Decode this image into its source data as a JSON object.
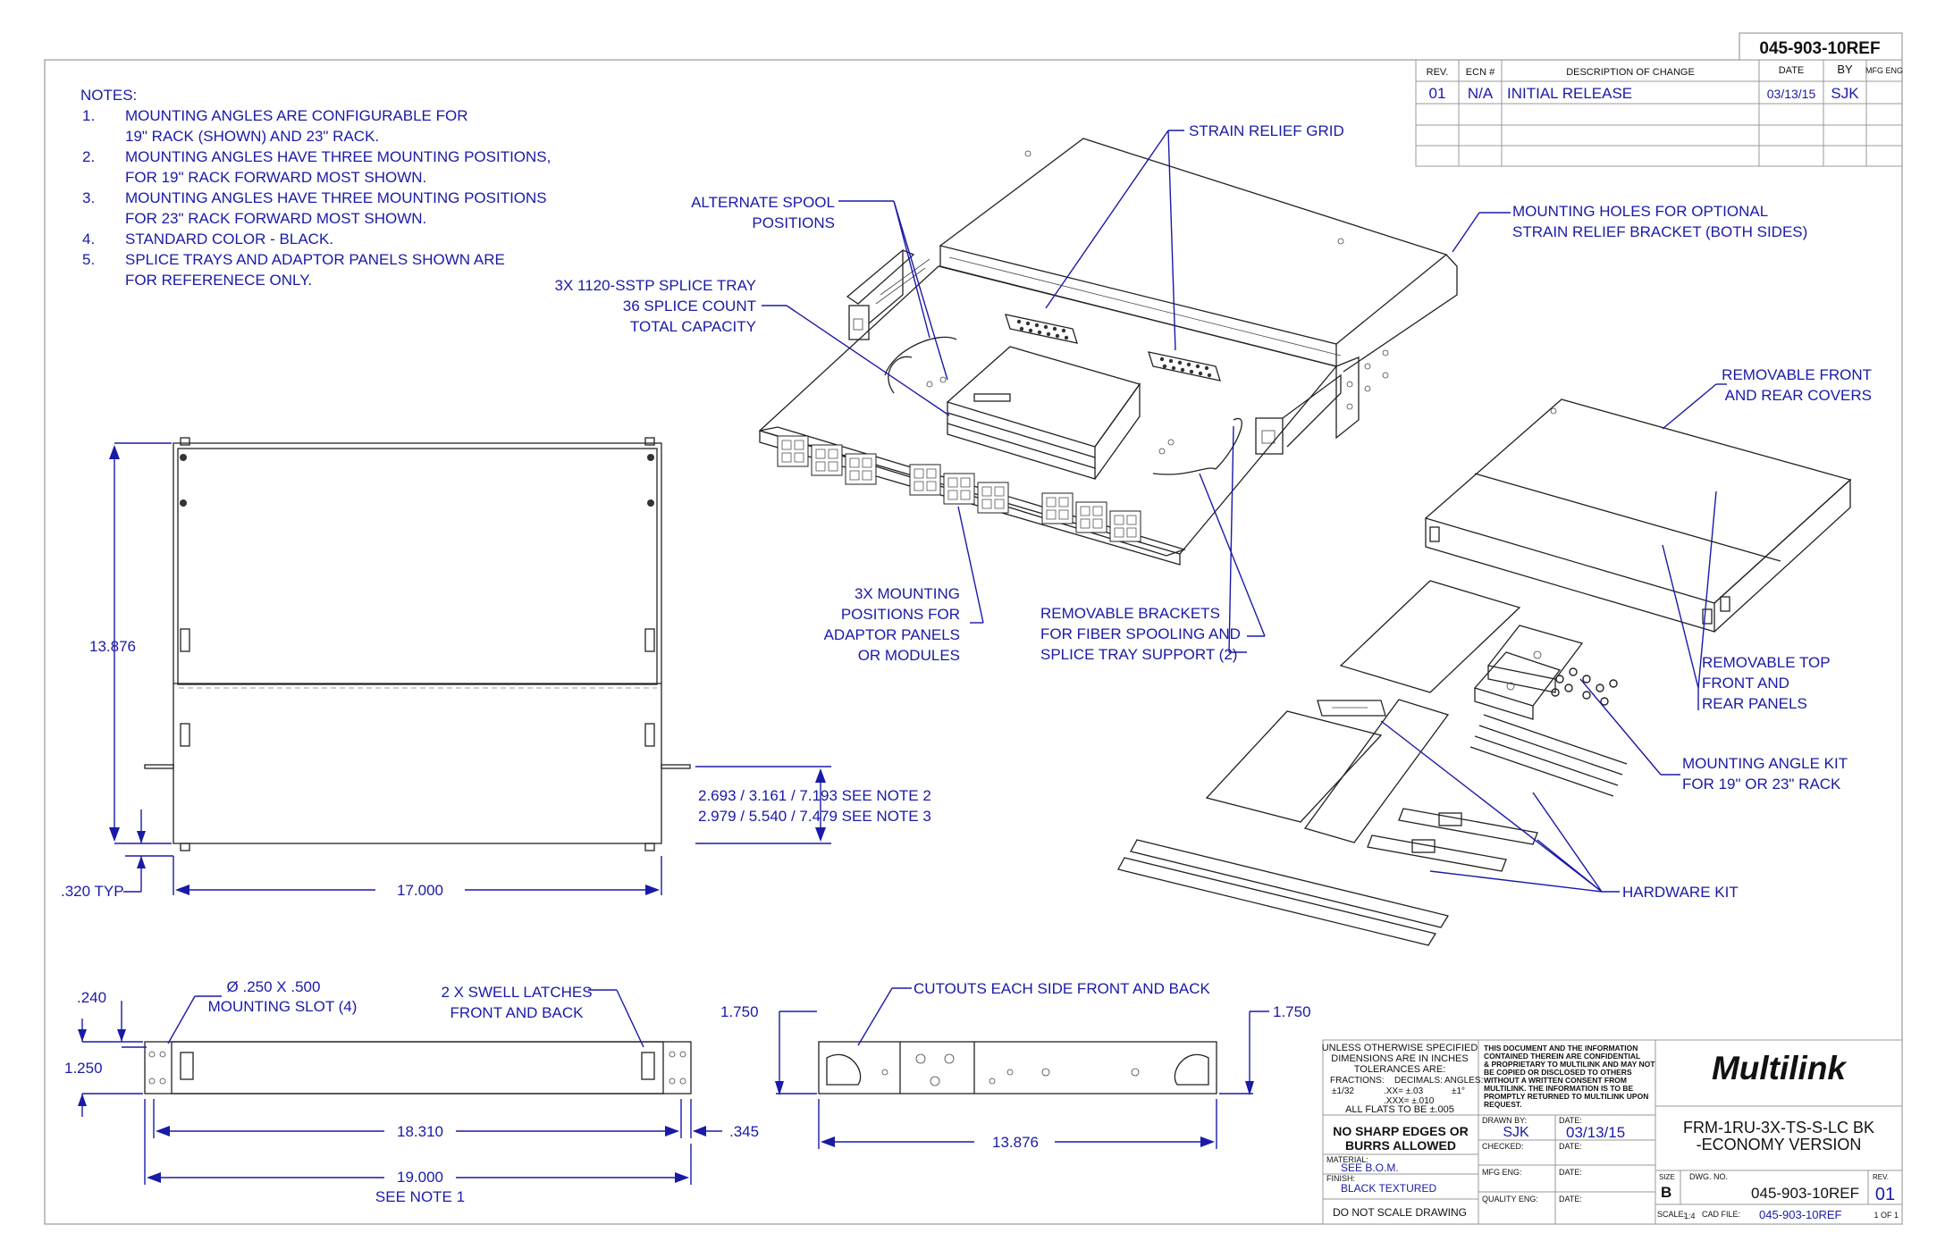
{
  "drawing_number_box": "045-903-10REF",
  "revision_table": {
    "headers": {
      "rev": "REV.",
      "ecn": "ECN #",
      "description": "DESCRIPTION OF CHANGE",
      "date": "DATE",
      "by": "BY",
      "mfg_eng": "MFG ENG"
    },
    "rows": [
      {
        "rev": "01",
        "ecn": "N/A",
        "description": "INITIAL RELEASE",
        "date": "03/13/15",
        "by": "SJK"
      }
    ]
  },
  "notes": {
    "heading": "NOTES:",
    "items": [
      {
        "num": "1.",
        "lines": [
          "MOUNTING ANGLES ARE CONFIGURABLE FOR",
          "19\" RACK (SHOWN) AND 23\" RACK."
        ]
      },
      {
        "num": "2.",
        "lines": [
          "MOUNTING ANGLES HAVE THREE MOUNTING POSITIONS,",
          "FOR 19\" RACK FORWARD MOST SHOWN."
        ]
      },
      {
        "num": "3.",
        "lines": [
          "MOUNTING ANGLES HAVE THREE MOUNTING POSITIONS",
          "FOR 23\" RACK FORWARD MOST SHOWN."
        ]
      },
      {
        "num": "4.",
        "lines": [
          "STANDARD COLOR - BLACK."
        ]
      },
      {
        "num": "5.",
        "lines": [
          "SPLICE TRAYS AND ADAPTOR PANELS SHOWN ARE",
          "FOR REFERENECE ONLY."
        ]
      }
    ]
  },
  "callouts": {
    "strain_relief_grid": "STRAIN RELIEF GRID",
    "alternate_spool": [
      "ALTERNATE SPOOL",
      "POSITIONS"
    ],
    "splice_tray": [
      "3X 1120-SSTP SPLICE TRAY",
      "36 SPLICE COUNT",
      "TOTAL CAPACITY"
    ],
    "mounting_holes": [
      "MOUNTING HOLES FOR OPTIONAL",
      "STRAIN RELIEF BRACKET (BOTH SIDES)"
    ],
    "removable_covers": [
      "REMOVABLE FRONT",
      "AND REAR COVERS"
    ],
    "mounting_positions": [
      "3X MOUNTING",
      "POSITIONS FOR",
      "ADAPTOR PANELS",
      "OR MODULES"
    ],
    "removable_brackets": [
      "REMOVABLE BRACKETS",
      "FOR FIBER SPOOLING AND",
      "SPLICE TRAY SUPPORT (2)"
    ],
    "removable_top": [
      "REMOVABLE TOP",
      "FRONT AND",
      "REAR PANELS"
    ],
    "mounting_angle_kit": [
      "MOUNTING ANGLE KIT",
      "FOR 19\" OR 23\" RACK"
    ],
    "hardware_kit": "HARDWARE KIT",
    "mounting_slot": [
      "Ø .250 X .500",
      "MOUNTING SLOT (4)"
    ],
    "swell_latches": [
      "2 X SWELL LATCHES",
      "FRONT AND BACK"
    ],
    "cutouts": "CUTOUTS EACH SIDE FRONT AND BACK"
  },
  "dimensions": {
    "depth": "13.876",
    "width": "17.000",
    "typ": ".320 TYP",
    "positions_19": "2.693 / 3.161 / 7.193 SEE NOTE 2",
    "positions_23": "2.979 / 5.540 / 7.479 SEE NOTE 3",
    "d240": ".240",
    "d1250": "1.250",
    "d18310": "18.310",
    "d345": ".345",
    "d19000": "19.000",
    "see_note_1": "SEE NOTE 1",
    "h1750_left": "1.750",
    "h1750_right": "1.750",
    "side_13876": "13.876"
  },
  "title_block": {
    "tolerance_lines": [
      "UNLESS OTHERWISE SPECIFIED",
      "DIMENSIONS ARE IN INCHES",
      "TOLERANCES ARE:"
    ],
    "fractions_label": "FRACTIONS:",
    "fractions_value": "±1/32",
    "decimals_label": "DECIMALS:",
    "decimals_xx": ".XX= ±.03",
    "decimals_xxx": ".XXX= ±.010",
    "angles_label": "ANGLES:",
    "angles_value": "±1°",
    "flats": "ALL FLATS TO BE ±.005",
    "sharp_edges": [
      "NO SHARP EDGES OR",
      "BURRS ALLOWED"
    ],
    "material_label": "MATERIAL:",
    "material_value": "SEE B.O.M.",
    "finish_label": "FINISH:",
    "finish_value": "BLACK TEXTURED",
    "no_scale": "DO NOT SCALE DRAWING",
    "confidential": [
      "THIS DOCUMENT AND THE INFORMATION",
      "CONTAINED THEREIN ARE CONFIDENTIAL",
      "& PROPRIETARY TO MULTILINK AND MAY NOT",
      "BE COPIED OR DISCLOSED TO OTHERS",
      "WITHOUT A WRITTEN CONSENT FROM",
      "MULTILINK. THE INFORMATION IS TO BE",
      "PROMPTLY RETURNED TO MULTILINK UPON",
      "REQUEST."
    ],
    "drawn_by_label": "DRAWN BY:",
    "drawn_by": "SJK",
    "date_label": "DATE:",
    "date_value": "03/13/15",
    "checked_label": "CHECKED:",
    "mfg_eng_label": "MFG ENG:",
    "quality_label": "QUALITY ENG:",
    "logo": "Multilink",
    "part_name": [
      "FRM-1RU-3X-TS-S-LC BK",
      "-ECONOMY VERSION"
    ],
    "size_label": "SIZE",
    "size_value": "B",
    "dwg_no_label": "DWG. NO.",
    "dwg_no": "045-903-10REF",
    "rev_label": "REV.",
    "rev_value": "01",
    "scale_label": "SCALE:",
    "scale_value": "1:4",
    "cad_file_label": "CAD FILE:",
    "cad_file": "045-903-10REF",
    "sheet": "1 OF 1"
  }
}
